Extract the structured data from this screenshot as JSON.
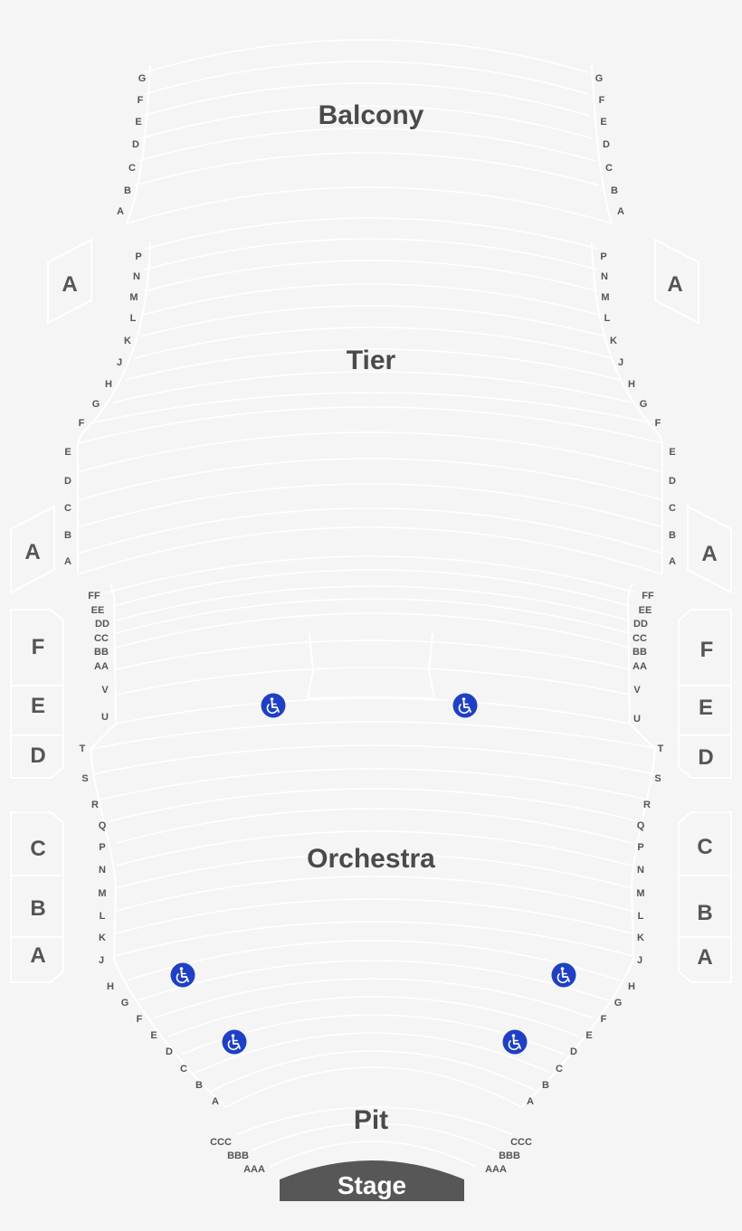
{
  "sections": {
    "balcony": {
      "title": "Balcony",
      "rows": [
        "G",
        "F",
        "E",
        "D",
        "C",
        "B",
        "A"
      ]
    },
    "tier": {
      "title": "Tier",
      "rows_upper": [
        "P",
        "N",
        "M",
        "L",
        "K",
        "J",
        "H",
        "G",
        "F"
      ],
      "rows_lower": [
        "E",
        "D",
        "C",
        "B",
        "A"
      ]
    },
    "orchestra": {
      "title": "Orchestra",
      "rows_rear": [
        "FF",
        "EE",
        "DD",
        "CC",
        "BB",
        "AA",
        "V",
        "U"
      ],
      "rows_mid": [
        "T",
        "S",
        "R",
        "Q",
        "P",
        "N",
        "M",
        "L",
        "K",
        "J"
      ],
      "rows_front": [
        "H",
        "G",
        "F",
        "E",
        "D",
        "C",
        "B",
        "A"
      ]
    },
    "pit": {
      "title": "Pit",
      "rows": [
        "CCC",
        "BBB",
        "AAA"
      ]
    },
    "stage": {
      "title": "Stage"
    }
  },
  "boxes": {
    "tier_upper": "A",
    "tier_lower": "A",
    "orchestra_upper": [
      "F",
      "E",
      "D"
    ],
    "orchestra_lower": [
      "C",
      "B",
      "A"
    ]
  },
  "icons": {
    "wheelchair": "wheelchair-accessible-icon"
  },
  "colors": {
    "background": "#f5f5f5",
    "lines": "#ffffff",
    "text": "#4a4a4a",
    "accessible": "#1f40c4",
    "stage": "#575757"
  }
}
